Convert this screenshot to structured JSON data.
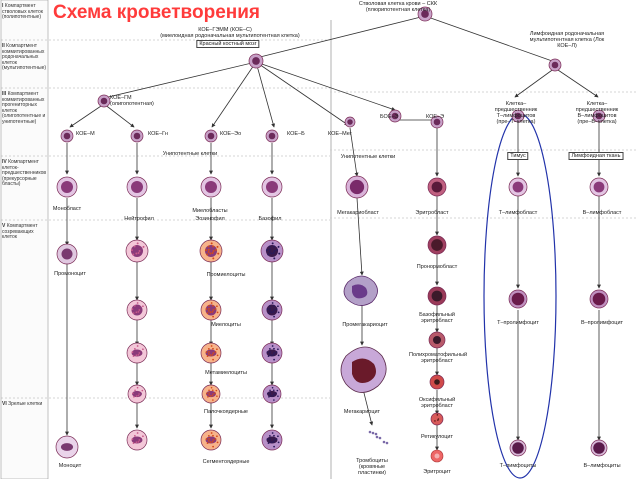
{
  "title": "Схема кроветворения",
  "sidebar": [
    {
      "num": "I",
      "text": "Компартмент стволовых клеток (полипотентные)"
    },
    {
      "num": "II",
      "text": "Компартмент коммитированных родоначальных клеток (мультипотентные)"
    },
    {
      "num": "III",
      "text": "Компартмент коммитированных прогениторных клеток (олигопотентные и унипотентные)"
    },
    {
      "num": "IV",
      "text": "Компартмент клеток-предшественников (прекурсорные бласты)"
    },
    {
      "num": "V",
      "text": "Компартмент созревающих клеток"
    },
    {
      "num": "VI",
      "text": "Зрелые клетки"
    }
  ],
  "labels": {
    "stem": "Стволовая клетка крови – СКК (плюрипотентная клетка)",
    "koe_gemm": "КОЕ–ГЭММ (КОЕ–С)",
    "myeloid_parent": "(миелоидная родоначальная мультипотентная клетка)",
    "marrow": "Красный костный мозг",
    "lymph_parent": "Лимфоидная родоначальная мультипотентная клетка (Лок КОЕ–Л)",
    "koe_gm": "КОЕ–ГМ",
    "koe_gm_sub": "(олигопотентная)",
    "koe_m": "КОЕ–М",
    "koe_g": "КОЕ–Гн",
    "koe_eo": "КОЕ–Эо",
    "koe_b": "КОЕ–Б",
    "koe_meg": "КОЕ–Мег",
    "boe_e": "БОЕ–Э",
    "koe_e": "КОЕ–Э",
    "unipotent": "Унипотентные клетки",
    "unipotent2": "Унипотентные клетки",
    "t_pre": "Клетка–предшественник Т–лимфоцитов (пре–Т–клетка)",
    "b_pre": "Клетка–предшественник В–лимфоцитов (пре–В–клетка)",
    "thymus": "Тимус",
    "lymph_tissue": "Лимфоидная ткань",
    "monoblast": "Монобласт",
    "myeloblasts": "Миелобласты",
    "neutrophil": "Нейтрофил",
    "eosinophil": "Эозинофил",
    "basophil": "Базофил",
    "megakaryoblast": "Мегакариобласт",
    "erythroblast": "Эритробласт",
    "t_lymphoblast": "Т–лимфобласт",
    "b_lymphoblast": "В–лимфобласт",
    "promonocyte": "Промоноцит",
    "promyelocytes": "Промиелоциты",
    "myelocytes": "Миелоциты",
    "metamyelocytes": "Метамиелоциты",
    "band": "Палочкоядерные",
    "segmented": "Сегментоядерные",
    "monocyte": "Моноцит",
    "pronormoblast": "Пронормобласт",
    "promegakaryocyte": "Промегакариоцит",
    "basophilic_eb": "Базофильный эритробласт",
    "polychrom_eb": "Полихроматофильный эритробласт",
    "oxyphilic_eb": "Оксифильный эритробласт",
    "reticulocyte": "Ретикулоцит",
    "erythrocyte": "Эритроцит",
    "megakaryocyte": "Мегакариоцит",
    "platelets": "Тромбоциты (кровяные пластинки)",
    "t_prolymph": "Т–пролимфоцит",
    "b_prolymph": "В–пролимфоцит",
    "t_lymphocyte": "Т–лимфоциты",
    "b_lymphocyte": "В–лимфоциты"
  }
}
